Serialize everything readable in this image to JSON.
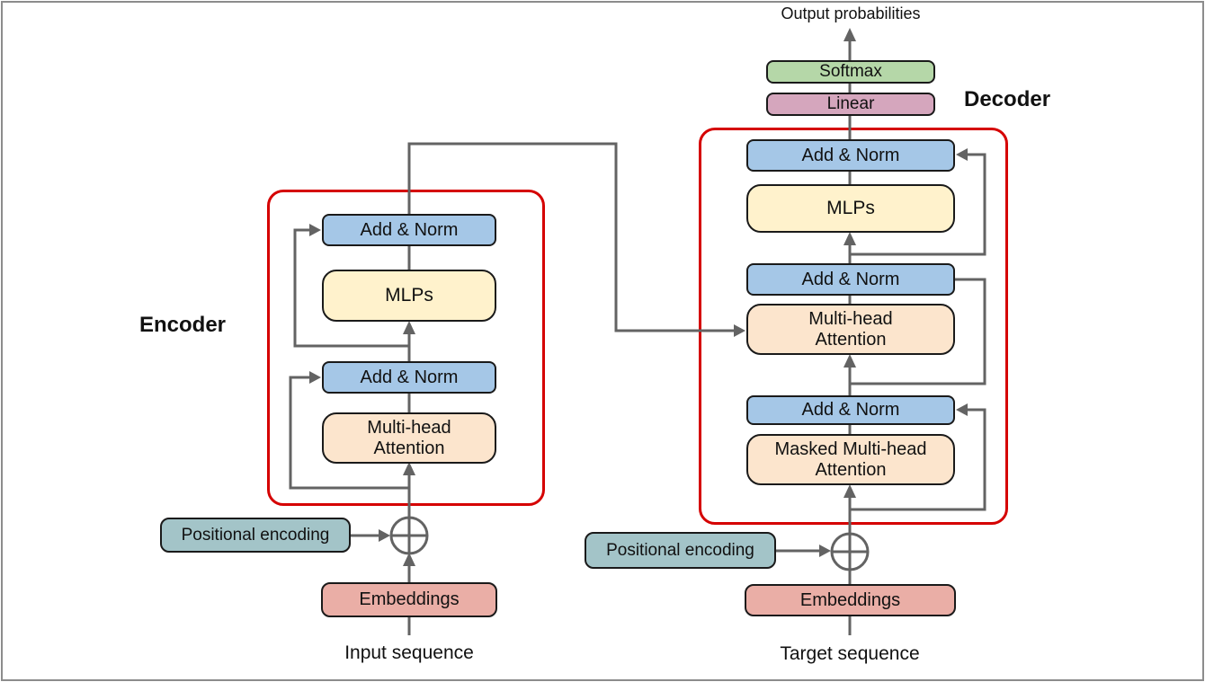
{
  "diagram": {
    "output_label": "Output probabilities",
    "head": {
      "softmax": "Softmax",
      "linear": "Linear"
    },
    "encoder": {
      "title": "Encoder",
      "blocks": {
        "add_norm_top": "Add & Norm",
        "mlps": "MLPs",
        "add_norm_bottom": "Add & Norm",
        "attention": "Multi-head Attention"
      },
      "positional_encoding": "Positional encoding",
      "embeddings": "Embeddings",
      "sequence_label": "Input sequence"
    },
    "decoder": {
      "title": "Decoder",
      "blocks": {
        "add_norm_top": "Add & Norm",
        "mlps": "MLPs",
        "add_norm_middle": "Add & Norm",
        "attention": "Multi-head Attention",
        "add_norm_bottom": "Add & Norm",
        "masked_attention": "Masked Multi-head Attention"
      },
      "positional_encoding": "Positional encoding",
      "embeddings": "Embeddings",
      "sequence_label": "Target sequence"
    },
    "colors": {
      "add_norm_fill": "#a5c7e7",
      "mlps_fill": "#fff2cc",
      "attention_fill": "#fce5cd",
      "softmax_fill": "#b5d7a8",
      "linear_fill": "#d5a6bd",
      "positional_encoding_fill": "#a3c4c8",
      "embeddings_fill": "#eaaea6",
      "group_outline": "#d50000",
      "connector": "#636363",
      "box_border": "#1a1a1a"
    }
  }
}
